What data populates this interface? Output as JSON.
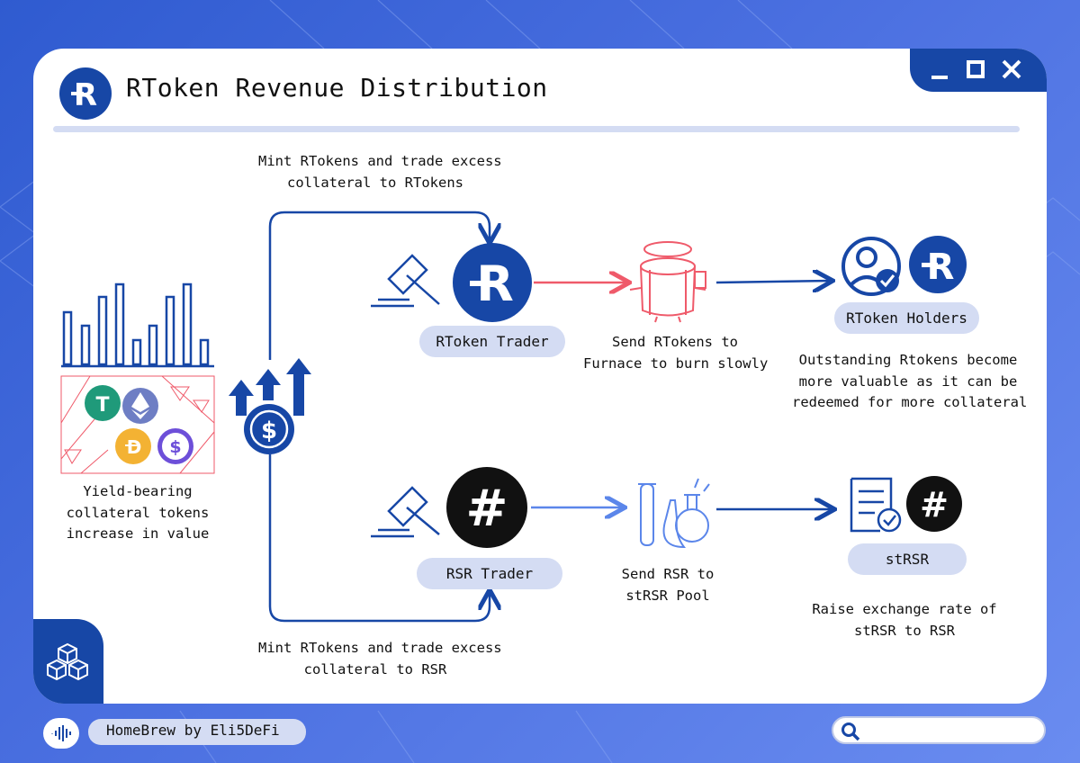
{
  "window": {
    "title": "RToken Revenue Distribution",
    "controls": [
      "minimize",
      "maximize",
      "close"
    ]
  },
  "diagram": {
    "top_branch_label_1": "Mint RTokens and trade excess",
    "top_branch_label_2": "collateral to RTokens",
    "bottom_branch_label_1": "Mint RTokens and trade excess",
    "bottom_branch_label_2": "collateral to RSR",
    "collateral_caption_1": "Yield-bearing",
    "collateral_caption_2": "collateral tokens",
    "collateral_caption_3": "increase in value",
    "rtoken_trader": "RToken Trader",
    "rsr_trader": "RSR Trader",
    "furnace_caption_1": "Send RTokens to",
    "furnace_caption_2": "Furnace to burn slowly",
    "holders_label": "RToken Holders",
    "holders_caption_1": "Outstanding Rtokens become",
    "holders_caption_2": "more valuable as it can be",
    "holders_caption_3": "redeemed for more collateral",
    "pool_caption_1": "Send RSR to",
    "pool_caption_2": "stRSR Pool",
    "strsr_label": "stRSR",
    "strsr_caption_1": "Raise exchange rate of",
    "strsr_caption_2": "stRSR to RSR"
  },
  "footer": {
    "brand": "HomeBrew by Eli5DeFi"
  },
  "colors": {
    "accent": "#1747a6",
    "furnace_red": "#ef5a6a",
    "pill_bg": "#d4dcf3",
    "tether": "#1f9a7a",
    "ether": "#6e7ec4",
    "dai": "#f3b233",
    "usdc": "#6d4fd9"
  }
}
